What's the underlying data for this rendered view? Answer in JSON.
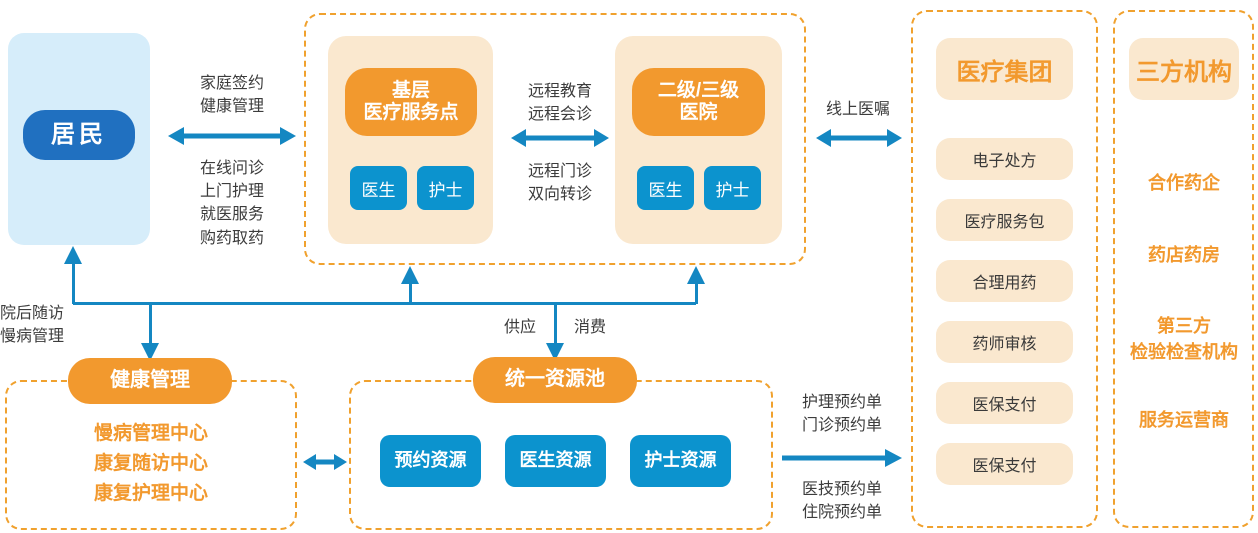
{
  "diagram": {
    "title_hidden": "",
    "colors": {
      "orange": "#F2992E",
      "blue": "#0C93CE",
      "navy": "#2070C0",
      "line_blue": "#1487C2",
      "soft_orange": "#FAE8CF",
      "soft_blue": "#D6EDFA",
      "dash_orange": "#F0A12E"
    },
    "resident": {
      "label": "居民"
    },
    "arrow_resident_clinic": {
      "above": "家庭签约\n健康管理",
      "below": "在线问诊\n上门护理\n就医服务\n购药取药"
    },
    "clinic_panel": {
      "primary": {
        "title": "基层\n医疗服务点",
        "roles": [
          "医生",
          "护士"
        ]
      },
      "hospital": {
        "title": "二级/三级\n医院",
        "roles": [
          "医生",
          "护士"
        ]
      },
      "between_labels": {
        "above": "远程教育\n远程会诊",
        "below": "远程门诊\n双向转诊"
      }
    },
    "arrow_hospital_group": {
      "label": "线上医嘱"
    },
    "medical_group": {
      "header": "医疗集团",
      "items": [
        "电子处方",
        "医疗服务包",
        "合理用药",
        "药师审核",
        "医保支付",
        "医保支付"
      ]
    },
    "third_party": {
      "header": "三方机构",
      "items": [
        "合作药企",
        "药店药房",
        "第三方\n检验检查机构",
        "服务运营商"
      ]
    },
    "left_bus_label": "院后随访\n慢病管理",
    "health_management": {
      "pill": "健康管理",
      "items": [
        "慢病管理中心",
        "康复随访中心",
        "康复护理中心"
      ]
    },
    "resource_pool": {
      "pill": "统一资源池",
      "bus_labels": {
        "left": "供应",
        "right": "消费"
      },
      "items": [
        "预约资源",
        "医生资源",
        "护士资源"
      ]
    },
    "arrow_pool_group": {
      "above": "护理预约单\n门诊预约单",
      "below": "医技预约单\n住院预约单"
    },
    "arrow_health_pool": {
      "label": ""
    }
  }
}
